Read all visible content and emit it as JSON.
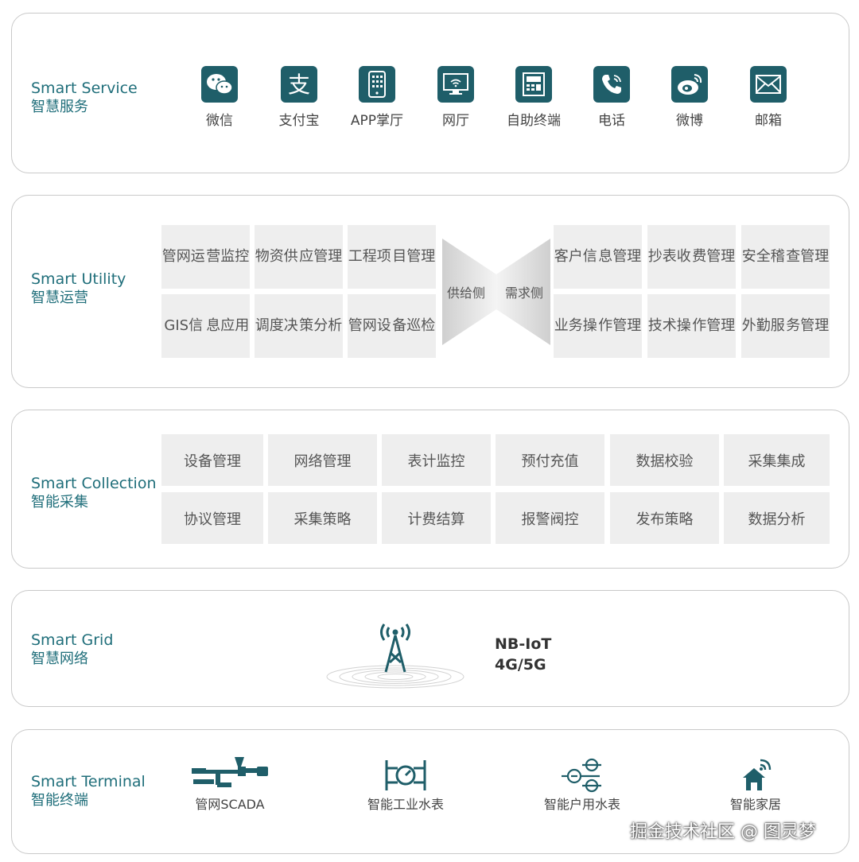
{
  "service": {
    "title_en": "Smart Service",
    "title_zh": "智慧服务",
    "items": [
      {
        "label": "微信",
        "icon": "wechat-icon"
      },
      {
        "label": "支付宝",
        "icon": "alipay-icon"
      },
      {
        "label": "APP掌厅",
        "icon": "mobile-app-icon"
      },
      {
        "label": "网厅",
        "icon": "monitor-wifi-icon"
      },
      {
        "label": "自助终端",
        "icon": "atm-icon"
      },
      {
        "label": "电话",
        "icon": "phone-icon"
      },
      {
        "label": "微博",
        "icon": "weibo-icon"
      },
      {
        "label": "邮箱",
        "icon": "mail-icon"
      }
    ]
  },
  "utility": {
    "title_en": "Smart Utility",
    "title_zh": "智慧运营",
    "supply_label": "供给侧",
    "demand_label": "需求侧",
    "left": [
      [
        "管网运",
        "营监控"
      ],
      [
        "物资供",
        "应管理"
      ],
      [
        "工程项",
        "目管理"
      ],
      [
        "GIS信",
        "息应用"
      ],
      [
        "调度决",
        "策分析"
      ],
      [
        "管网设",
        "备巡检"
      ]
    ],
    "right": [
      [
        "客户信",
        "息管理"
      ],
      [
        "抄表收",
        "费管理"
      ],
      [
        "安全稽",
        "查管理"
      ],
      [
        "业务操",
        "作管理"
      ],
      [
        "技术操",
        "作管理"
      ],
      [
        "外勤服",
        "务管理"
      ]
    ]
  },
  "collection": {
    "title_en": "Smart Collection",
    "title_zh": "智能采集",
    "items": [
      "设备管理",
      "网络管理",
      "表计监控",
      "预付充值",
      "数据校验",
      "采集集成",
      "协议管理",
      "采集策略",
      "计费结算",
      "报警阀控",
      "发布策略",
      "数据分析"
    ]
  },
  "grid": {
    "title_en": "Smart Grid",
    "title_zh": "智慧网络",
    "line1": "NB-IoT",
    "line2": "4G/5G",
    "icon": "signal-tower-icon"
  },
  "terminal": {
    "title_en": "Smart Terminal",
    "title_zh": "智能终端",
    "items": [
      {
        "label": "管网SCADA",
        "icon": "pipeline-icon"
      },
      {
        "label": "智能工业水表",
        "icon": "industrial-meter-icon"
      },
      {
        "label": "智能户用水表",
        "icon": "household-meter-icon"
      },
      {
        "label": "智能家居",
        "icon": "smart-home-icon"
      }
    ]
  },
  "watermark": "掘金技术社区 @ 图灵梦",
  "colors": {
    "accent": "#1f6e7a",
    "icon_bg": "#1f5e69",
    "tile_bg": "#eeeeee",
    "border": "#c9c9c9"
  }
}
